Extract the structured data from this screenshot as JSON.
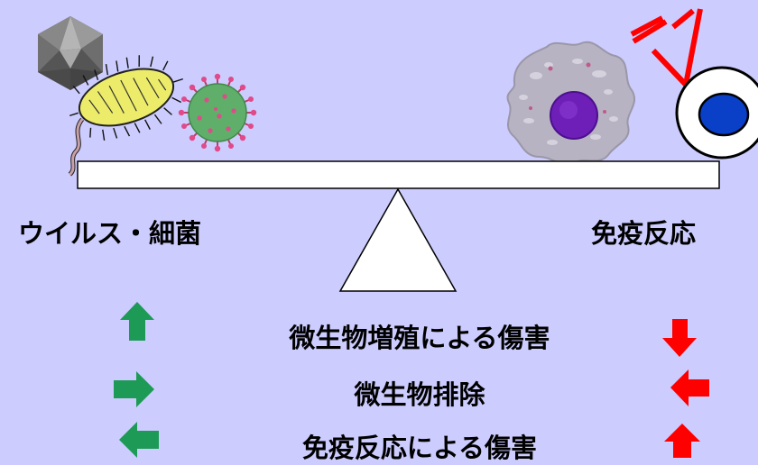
{
  "labels": {
    "left": "ウイルス・細菌",
    "right": "免疫反応"
  },
  "rows": [
    {
      "text": "微生物増殖による傷害",
      "left_arrow": "up",
      "right_arrow": "down"
    },
    {
      "text": "微生物排除",
      "left_arrow": "right",
      "right_arrow": "left"
    },
    {
      "text": "免疫反応による傷害",
      "left_arrow": "left",
      "right_arrow": "up"
    }
  ],
  "colors": {
    "background": "#ccccfe",
    "green_arrow": "#1d9a55",
    "red_arrow": "#ff0000",
    "antibody": "#ff0000",
    "nucleus_purple": "#6d1fb8",
    "nucleus_blue": "#0a3fc8"
  }
}
